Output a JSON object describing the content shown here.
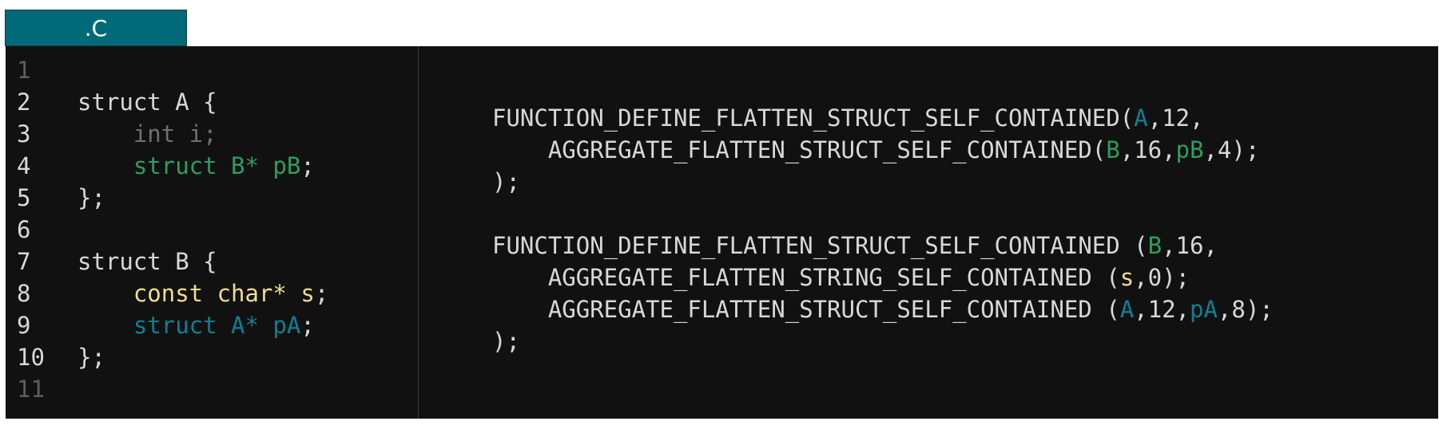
{
  "tab": {
    "label": ".C"
  },
  "colors": {
    "background": "#111111",
    "text": "#d8d8d8",
    "muted": "#6f6f6f",
    "green": "#2e9e5e",
    "yellow": "#f2dc8f",
    "teal": "#127e92",
    "tab": "#006a78"
  },
  "line_numbers": [
    "1",
    "2",
    "3",
    "4",
    "5",
    "6",
    "7",
    "8",
    "9",
    "10",
    "11"
  ],
  "left_code": [
    {
      "segments": []
    },
    {
      "segments": [
        {
          "text": "struct A {",
          "color": "default"
        }
      ]
    },
    {
      "segments": [
        {
          "text": "    int i;",
          "color": "muted"
        }
      ]
    },
    {
      "segments": [
        {
          "text": "    struct B* pB",
          "color": "green"
        },
        {
          "text": ";",
          "color": "default"
        }
      ]
    },
    {
      "segments": [
        {
          "text": "};",
          "color": "default"
        }
      ]
    },
    {
      "segments": []
    },
    {
      "segments": [
        {
          "text": "struct B {",
          "color": "default"
        }
      ]
    },
    {
      "segments": [
        {
          "text": "    const char* s",
          "color": "yellow"
        },
        {
          "text": ";",
          "color": "default"
        }
      ]
    },
    {
      "segments": [
        {
          "text": "    struct A* pA",
          "color": "teal"
        },
        {
          "text": ";",
          "color": "default"
        }
      ]
    },
    {
      "segments": [
        {
          "text": "};",
          "color": "default"
        }
      ]
    },
    {
      "segments": []
    }
  ],
  "right_code": [
    {
      "segments": [
        {
          "text": "FUNCTION_DEFINE_FLATTEN_STRUCT_SELF_CONTAINED(",
          "color": "default"
        },
        {
          "text": "A",
          "color": "teal"
        },
        {
          "text": ",12,",
          "color": "default"
        }
      ]
    },
    {
      "segments": [
        {
          "text": "    AGGREGATE_FLATTEN_STRUCT_SELF_CONTAINED(",
          "color": "default"
        },
        {
          "text": "B",
          "color": "green"
        },
        {
          "text": ",16,",
          "color": "default"
        },
        {
          "text": "pB",
          "color": "green"
        },
        {
          "text": ",4);",
          "color": "default"
        }
      ]
    },
    {
      "segments": [
        {
          "text": ");",
          "color": "default"
        }
      ]
    },
    {
      "segments": []
    },
    {
      "segments": [
        {
          "text": "FUNCTION_DEFINE_FLATTEN_STRUCT_SELF_CONTAINED (",
          "color": "default"
        },
        {
          "text": "B",
          "color": "green"
        },
        {
          "text": ",16,",
          "color": "default"
        }
      ]
    },
    {
      "segments": [
        {
          "text": "    AGGREGATE_FLATTEN_STRING_SELF_CONTAINED (",
          "color": "default"
        },
        {
          "text": "s",
          "color": "yellow"
        },
        {
          "text": ",0);",
          "color": "default"
        }
      ]
    },
    {
      "segments": [
        {
          "text": "    AGGREGATE_FLATTEN_STRUCT_SELF_CONTAINED (",
          "color": "default"
        },
        {
          "text": "A",
          "color": "teal"
        },
        {
          "text": ",12,",
          "color": "default"
        },
        {
          "text": "pA",
          "color": "teal"
        },
        {
          "text": ",8);",
          "color": "default"
        }
      ]
    },
    {
      "segments": [
        {
          "text": ");",
          "color": "default"
        }
      ]
    }
  ]
}
